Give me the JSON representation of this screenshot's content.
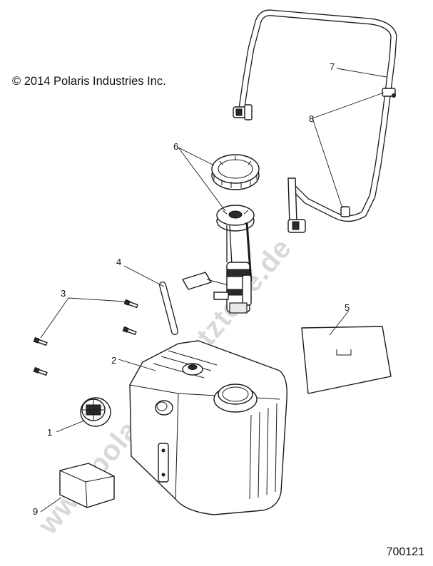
{
  "copyright": "© 2014 Polaris Industries Inc.",
  "document_number": "700121",
  "watermark": "www.polaris-ersatzteile.de",
  "callouts": [
    {
      "id": "1",
      "text": "1"
    },
    {
      "id": "2",
      "text": "2"
    },
    {
      "id": "3",
      "text": "3"
    },
    {
      "id": "4",
      "text": "4"
    },
    {
      "id": "5",
      "text": "5"
    },
    {
      "id": "6",
      "text": "6"
    },
    {
      "id": "7",
      "text": "7"
    },
    {
      "id": "8",
      "text": "8"
    },
    {
      "id": "9",
      "text": "9"
    }
  ]
}
